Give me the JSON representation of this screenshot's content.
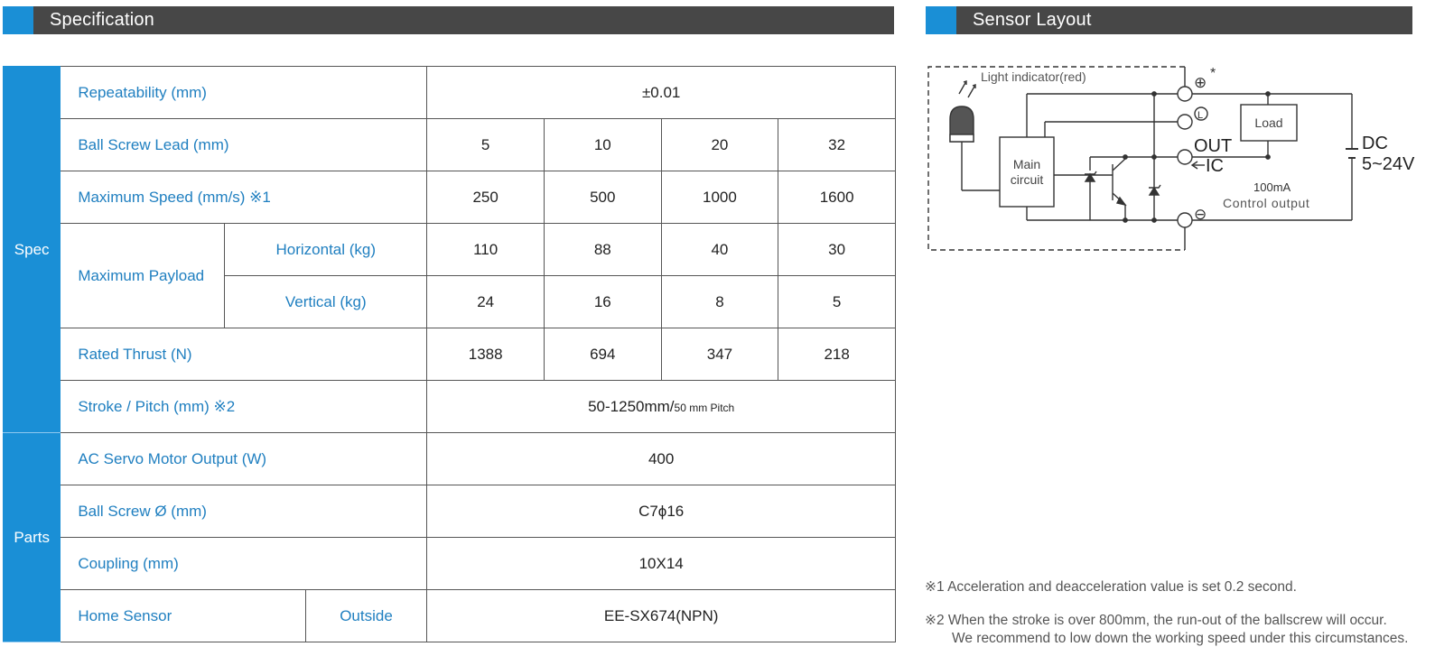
{
  "headers": {
    "spec": "Specification",
    "sensor": "Sensor Layout"
  },
  "categories": {
    "spec": "Spec",
    "parts": "Parts"
  },
  "rows": {
    "repeatability": {
      "label": "Repeatability (mm)",
      "value": "±0.01"
    },
    "lead": {
      "label": "Ball Screw Lead (mm)",
      "values": [
        "5",
        "10",
        "20",
        "32"
      ]
    },
    "speed": {
      "label": "Maximum Speed (mm/s) ※1",
      "values": [
        "250",
        "500",
        "1000",
        "1600"
      ]
    },
    "payload": {
      "label": "Maximum Payload",
      "horizontal": {
        "label": "Horizontal (kg)",
        "values": [
          "110",
          "88",
          "40",
          "30"
        ]
      },
      "vertical": {
        "label": "Vertical (kg)",
        "values": [
          "24",
          "16",
          "8",
          "5"
        ]
      }
    },
    "thrust": {
      "label": "Rated Thrust (N)",
      "values": [
        "1388",
        "694",
        "347",
        "218"
      ]
    },
    "stroke": {
      "label": "Stroke / Pitch (mm) ※2",
      "value": "50-1250mm/",
      "value_small": "50 mm Pitch"
    },
    "motor": {
      "label": "AC Servo Motor Output (W)",
      "value": "400"
    },
    "ballscrew": {
      "label": "Ball Screw Ø (mm)",
      "value": "C7ϕ16"
    },
    "coupling": {
      "label": "Coupling (mm)",
      "value": "10X14"
    },
    "home": {
      "label": "Home Sensor",
      "sub": "Outside",
      "value": "EE-SX674(NPN)"
    }
  },
  "diagram": {
    "light_indicator": "Light indicator(red)",
    "main_circuit_1": "Main",
    "main_circuit_2": "circuit",
    "load": "Load",
    "out": "OUT",
    "ic": "IC",
    "current": "100mA",
    "control_output": "Control output",
    "dc": "DC",
    "voltage": "5~24V",
    "star": "*",
    "plus": "⊕",
    "minus": "⊖",
    "l_mark": "L"
  },
  "notes": {
    "n1_mark": "※1",
    "n1": "Acceleration and deacceleration value is set 0.2 second.",
    "n2_mark": "※2",
    "n2_line1": "When the stroke is over 800mm, the run-out of the ballscrew will occur.",
    "n2_line2": "We recommend to low down the working speed under this circumstances."
  }
}
